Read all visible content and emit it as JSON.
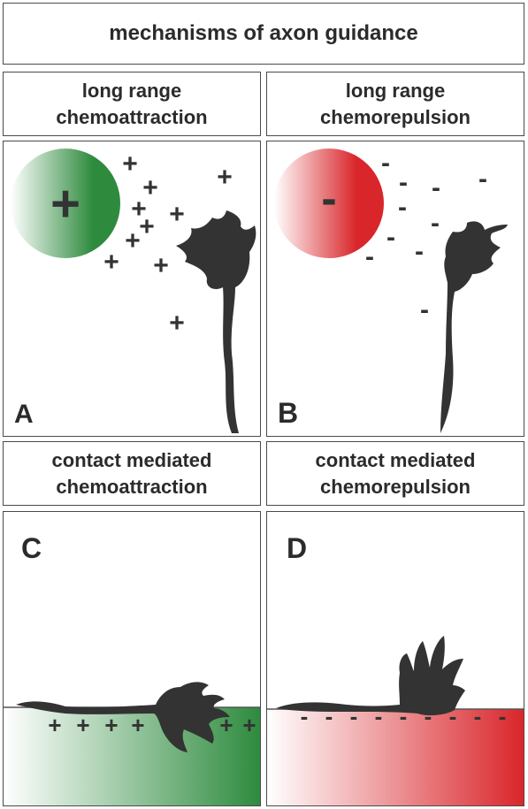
{
  "title": "mechanisms of axon guidance",
  "panels": [
    {
      "letter": "A",
      "header_line1": "long range",
      "header_line2": "chemoattraction"
    },
    {
      "letter": "B",
      "header_line1": "long range",
      "header_line2": "chemorepulsion"
    },
    {
      "letter": "C",
      "header_line1": "contact mediated",
      "header_line2": "chemoattraction"
    },
    {
      "letter": "D",
      "header_line1": "contact mediated",
      "header_line2": "chemorepulsion"
    }
  ],
  "symbols": {
    "plus": "+",
    "minus": "-"
  },
  "colors": {
    "attractant": "#2e8b3e",
    "repellent": "#d9262b",
    "growth_cone": "#333333"
  }
}
